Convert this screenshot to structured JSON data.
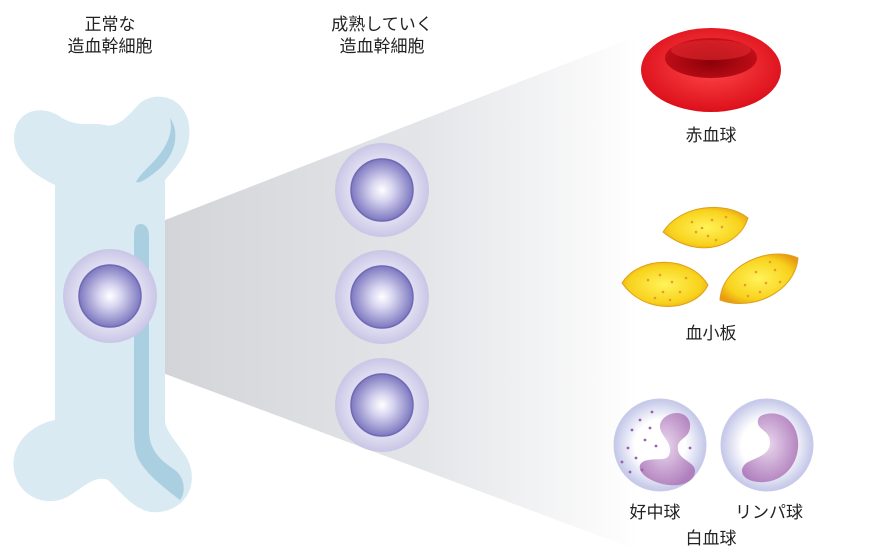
{
  "labels": {
    "normal_stem_cell": [
      "正常な",
      "造血幹細胞"
    ],
    "maturing_stem_cell": [
      "成熟していく",
      "造血幹細胞"
    ],
    "red_blood_cell": "赤血球",
    "platelet": "血小板",
    "neutrophil": "好中球",
    "lymphocyte": "リンパ球",
    "white_blood_cell": "白血球"
  },
  "colors": {
    "bone": "#d9eaf3",
    "bone_shadow": "#a9cfe0",
    "cell_outer": "#d5d3ec",
    "cell_nucleus": "#8a86c8",
    "red_cell": "#e0141e",
    "platelet": "#f3c51a",
    "wbc_nucleus": "#b585c0"
  }
}
